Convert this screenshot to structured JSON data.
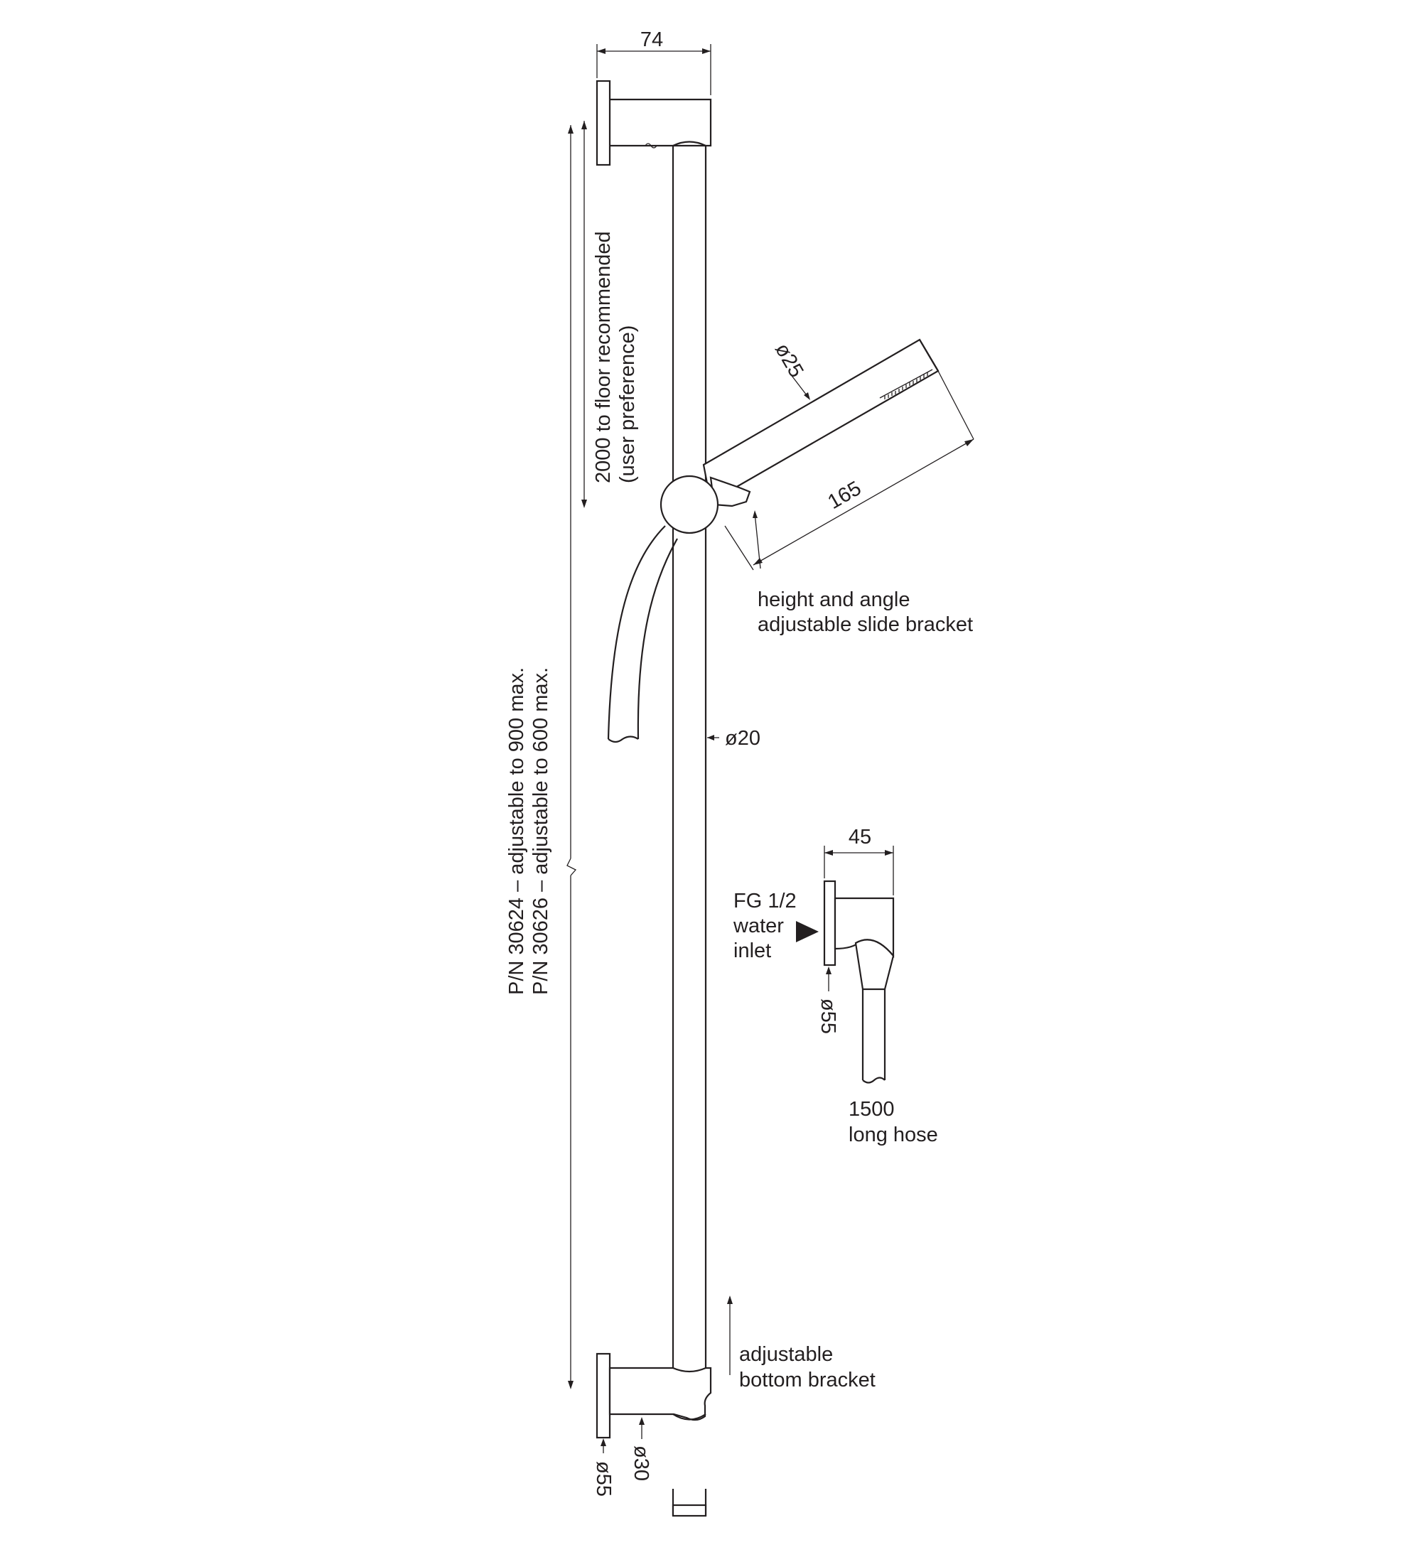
{
  "dimensions": {
    "rail_bracket_depth": "74",
    "handshower_diameter": "ø25",
    "handshower_length": "165",
    "rail_diameter": "ø20",
    "elbow_width": "45",
    "elbow_flange_diameter": "ø55",
    "bottom_flange_diameter": "ø55",
    "bottom_arm_diameter": "ø30"
  },
  "labels": {
    "floor_height": [
      "2000 to floor recommended",
      "(user preference)"
    ],
    "part_numbers": [
      "P/N 30624 – adjustable to 900 max.",
      "P/N 30626 – adjustable to 600 max."
    ],
    "slide_bracket": [
      "height and angle",
      "adjustable slide bracket"
    ],
    "water_inlet": [
      "FG 1/2",
      "water",
      "inlet"
    ],
    "hose": [
      "1500",
      "long hose"
    ],
    "bottom_bracket": [
      "adjustable",
      "bottom bracket"
    ]
  },
  "colors": {
    "line": "#231f20",
    "background": "#ffffff"
  }
}
